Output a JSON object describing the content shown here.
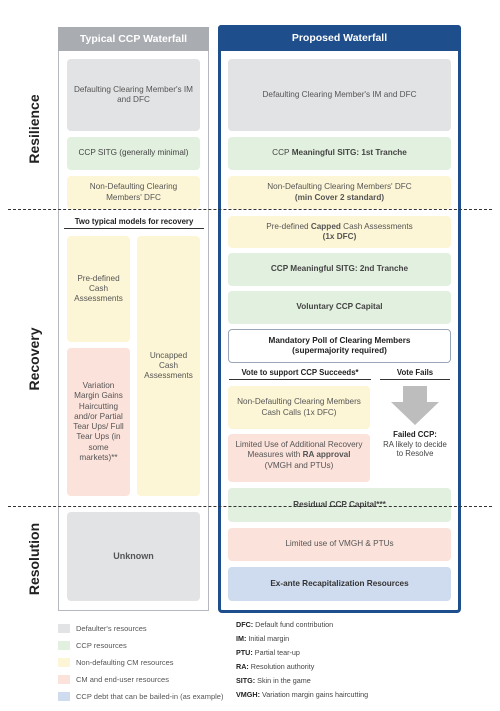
{
  "headers": {
    "typical": "Typical CCP Waterfall",
    "proposed": "Proposed Waterfall"
  },
  "sections": {
    "resilience": "Resilience",
    "recovery": "Recovery",
    "resolution": "Resolution"
  },
  "typical": {
    "defaulting": "Defaulting Clearing Member's IM and DFC",
    "sitg": "CCP SITG (generally minimal)",
    "non_defaulting": "Non-Defaulting Clearing Members' DFC",
    "models_title": "Two typical models for recovery",
    "predefined": "Pre-defined Cash Assessments",
    "variation": "Variation Margin Gains Haircutting and/or Partial Tear Ups/ Full Tear Ups (in some markets)**",
    "uncapped": "Uncapped Cash Assessments",
    "unknown": "Unknown"
  },
  "proposed": {
    "defaulting": "Defaulting Clearing Member's IM and DFC",
    "sitg1_prefix": "CCP",
    "sitg1_bold": "Meaningful SITG: 1st Tranche",
    "non_defaulting_line1": "Non-Defaulting Clearing Members' DFC",
    "non_defaulting_line2": "(min Cover 2 standard)",
    "capped_pre": "Pre-defined",
    "capped_bold": "Capped",
    "capped_post": "Cash Assessments",
    "capped_line2": "(1x DFC)",
    "sitg2": "CCP Meaningful SITG: 2nd Tranche",
    "voluntary": "Voluntary CCP Capital",
    "mandatory_line1": "Mandatory Poll of Clearing Members",
    "mandatory_line2": "(supermajority required)",
    "vote_succeeds": "Vote to support CCP Succeeds*",
    "vote_fails": "Vote Fails",
    "cash_calls": "Non-Defaulting Clearing Members Cash Calls (1x DFC)",
    "limited_line1": "Limited Use of Additional Recovery Measures with",
    "limited_bold": "RA approval",
    "limited_post": "(VMGH and PTUs)",
    "failed_title": "Failed CCP:",
    "failed_text": "RA likely to decide to Resolve",
    "residual": "Residual CCP Capital***",
    "limited_vmgh": "Limited use of VMGH & PTUs",
    "exante": "Ex-ante Recapitalization Resources"
  },
  "legend": [
    {
      "label": "Defaulter's resources",
      "color": "#e2e3e5"
    },
    {
      "label": "CCP resources",
      "color": "#e2f0df"
    },
    {
      "label": "Non-defaulting CM resources",
      "color": "#fdf6d6"
    },
    {
      "label": "CM and end-user resources",
      "color": "#fbe2da"
    },
    {
      "label": "CCP debt that can be bailed-in (as example)",
      "color": "#cfdcef"
    }
  ],
  "definitions": [
    {
      "term": "DFC:",
      "text": "Default fund contribution"
    },
    {
      "term": "IM:",
      "text": "Initial margin"
    },
    {
      "term": "PTU:",
      "text": "Partial tear-up"
    },
    {
      "term": "RA:",
      "text": "Resolution authority"
    },
    {
      "term": "SITG:",
      "text": "Skin in the game"
    },
    {
      "term": "VMGH:",
      "text": "Variation margin gains haircutting"
    }
  ],
  "colors": {
    "typical_header": "#a9acb1",
    "proposed_header": "#1f4e8c",
    "proposed_border": "#1f4e8c"
  }
}
